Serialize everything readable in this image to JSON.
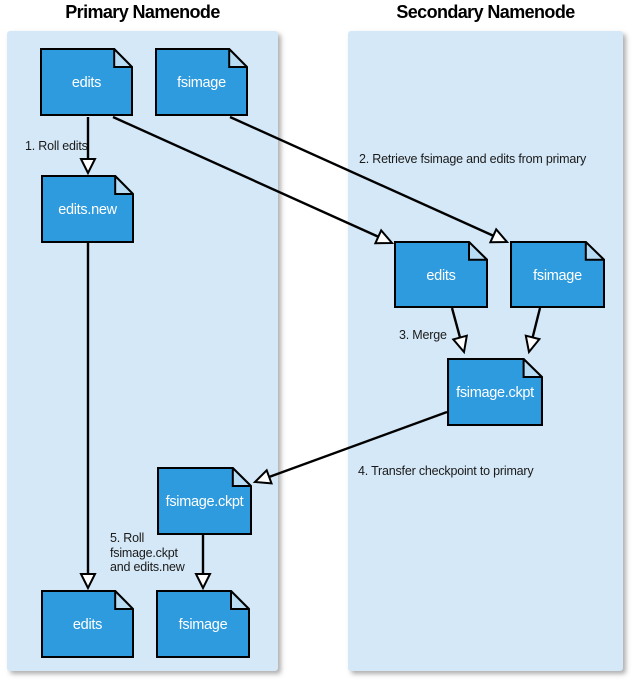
{
  "titles": {
    "primary": "Primary Namenode",
    "secondary": "Secondary Namenode"
  },
  "documents": {
    "primary_edits_top": "edits",
    "primary_fsimage_top": "fsimage",
    "primary_edits_new": "edits.new",
    "primary_fsimage_ckpt": "fsimage.ckpt",
    "primary_edits_bottom": "edits",
    "primary_fsimage_bottom": "fsimage",
    "secondary_edits": "edits",
    "secondary_fsimage": "fsimage",
    "secondary_fsimage_ckpt": "fsimage.ckpt"
  },
  "steps": {
    "step1": "1. Roll edits",
    "step2": "2. Retrieve fsimage and edits from primary",
    "step3": "3. Merge",
    "step4": "4. Transfer checkpoint to primary",
    "step5_line1": "5. Roll",
    "step5_line2": "fsimage.ckpt",
    "step5_line3": "and edits.new"
  },
  "colors": {
    "panel_fill": "#d5e8f7",
    "document_fill": "#2e9bdf",
    "document_fold": "#b8dcf4",
    "outline": "#000000",
    "label_text": "#1a1a1a",
    "doc_text": "#ffffff"
  }
}
